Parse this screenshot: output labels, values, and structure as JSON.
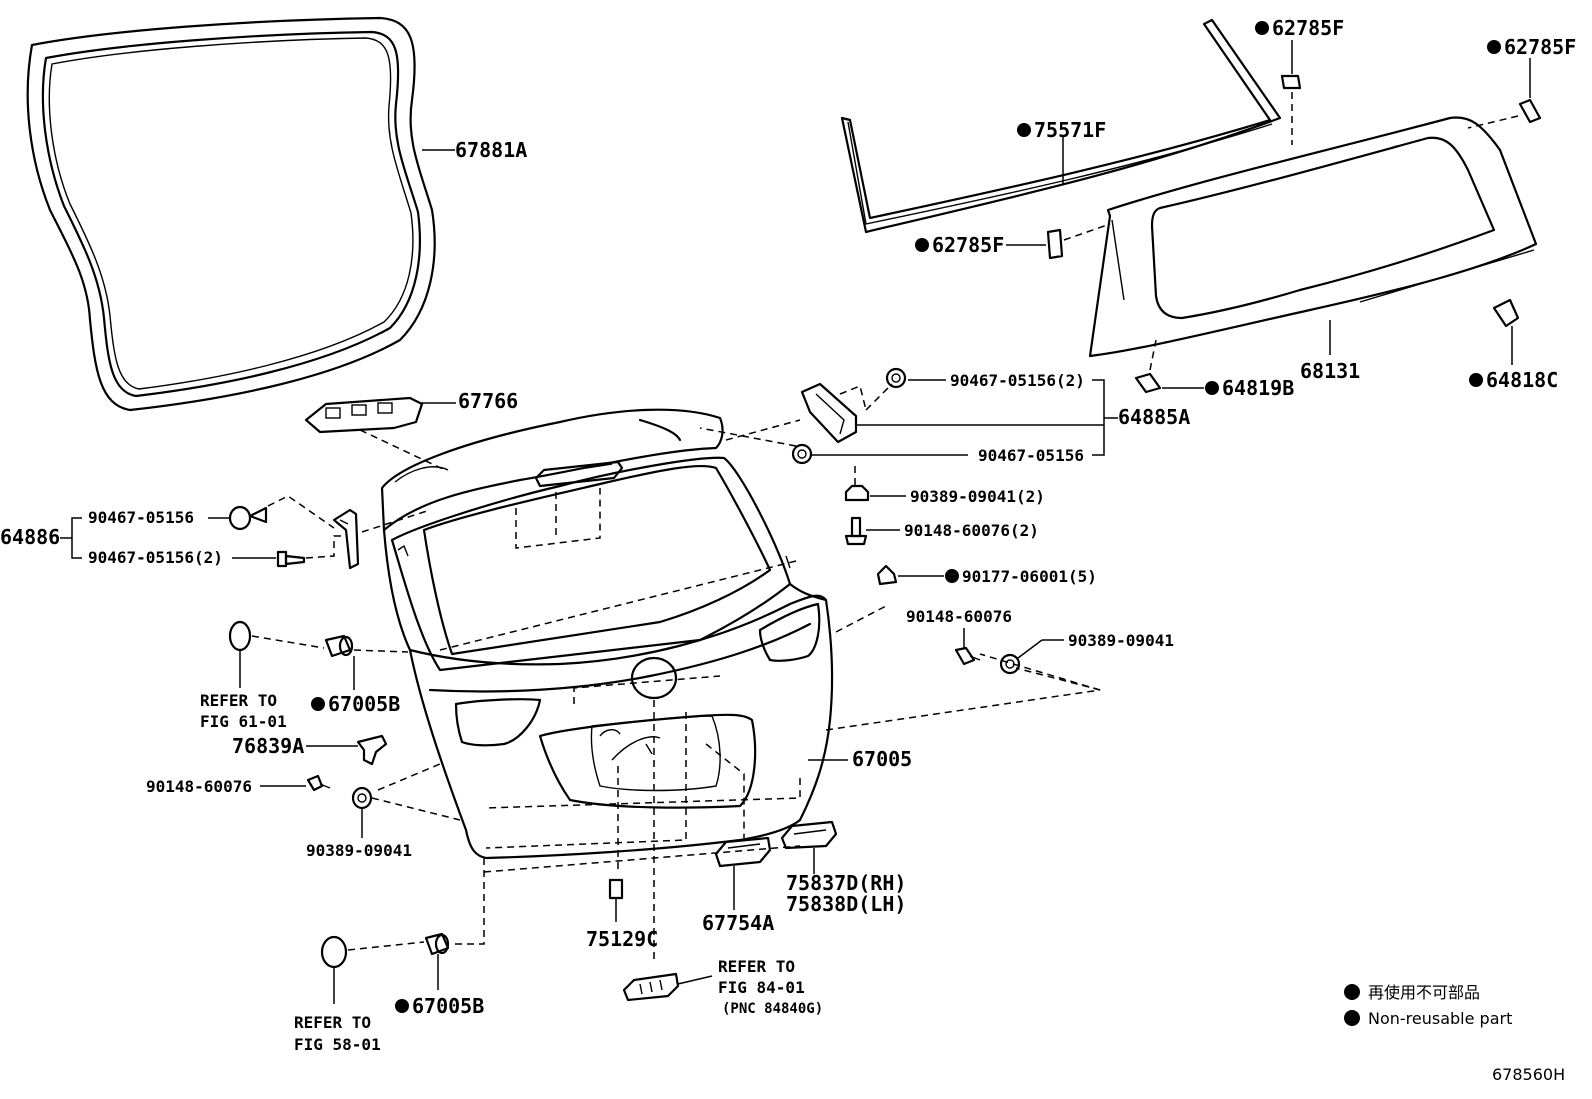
{
  "diagram": {
    "figure_number": "678560H",
    "labels": {
      "p67881A": "67881A",
      "p67766": "67766",
      "p75571F": "75571F",
      "p62785F_a": "62785F",
      "p62785F_b": "62785F",
      "p62785F_c": "62785F",
      "p68131": "68131",
      "p64818C": "64818C",
      "p64819B": "64819B",
      "p90467_05156_2_top": "90467-05156(2)",
      "p64885A": "64885A",
      "p90467_05156_r": "90467-05156",
      "p90389_09041_2": "90389-09041(2)",
      "p90148_60076_2": "90148-60076(2)",
      "p90177_06001_5": "90177-06001(5)",
      "p90148_60076_r": "90148-60076",
      "p90389_09041_r": "90389-09041",
      "p64886": "64886",
      "p90467_05156_l": "90467-05156",
      "p90467_05156_2_l": "90467-05156(2)",
      "refer_61_a": "REFER TO",
      "refer_61_b": "FIG 61-01",
      "p67005B_a": "67005B",
      "p76839A": "76839A",
      "p90148_60076_l": "90148-60076",
      "p90389_09041_l": "90389-09041",
      "p67005": "67005",
      "p75837D": "75837D(RH)",
      "p75838D": "75838D(LH)",
      "p67754A": "67754A",
      "p75129C": "75129C",
      "refer_84_a": "REFER TO",
      "refer_84_b": "FIG 84-01",
      "refer_84_c": "(PNC 84840G)",
      "p67005B_b": "67005B",
      "refer_58_a": "REFER TO",
      "refer_58_b": "FIG 58-01"
    },
    "legend": {
      "line1": "再使用不可部品",
      "line2": "Non-reusable part"
    }
  }
}
